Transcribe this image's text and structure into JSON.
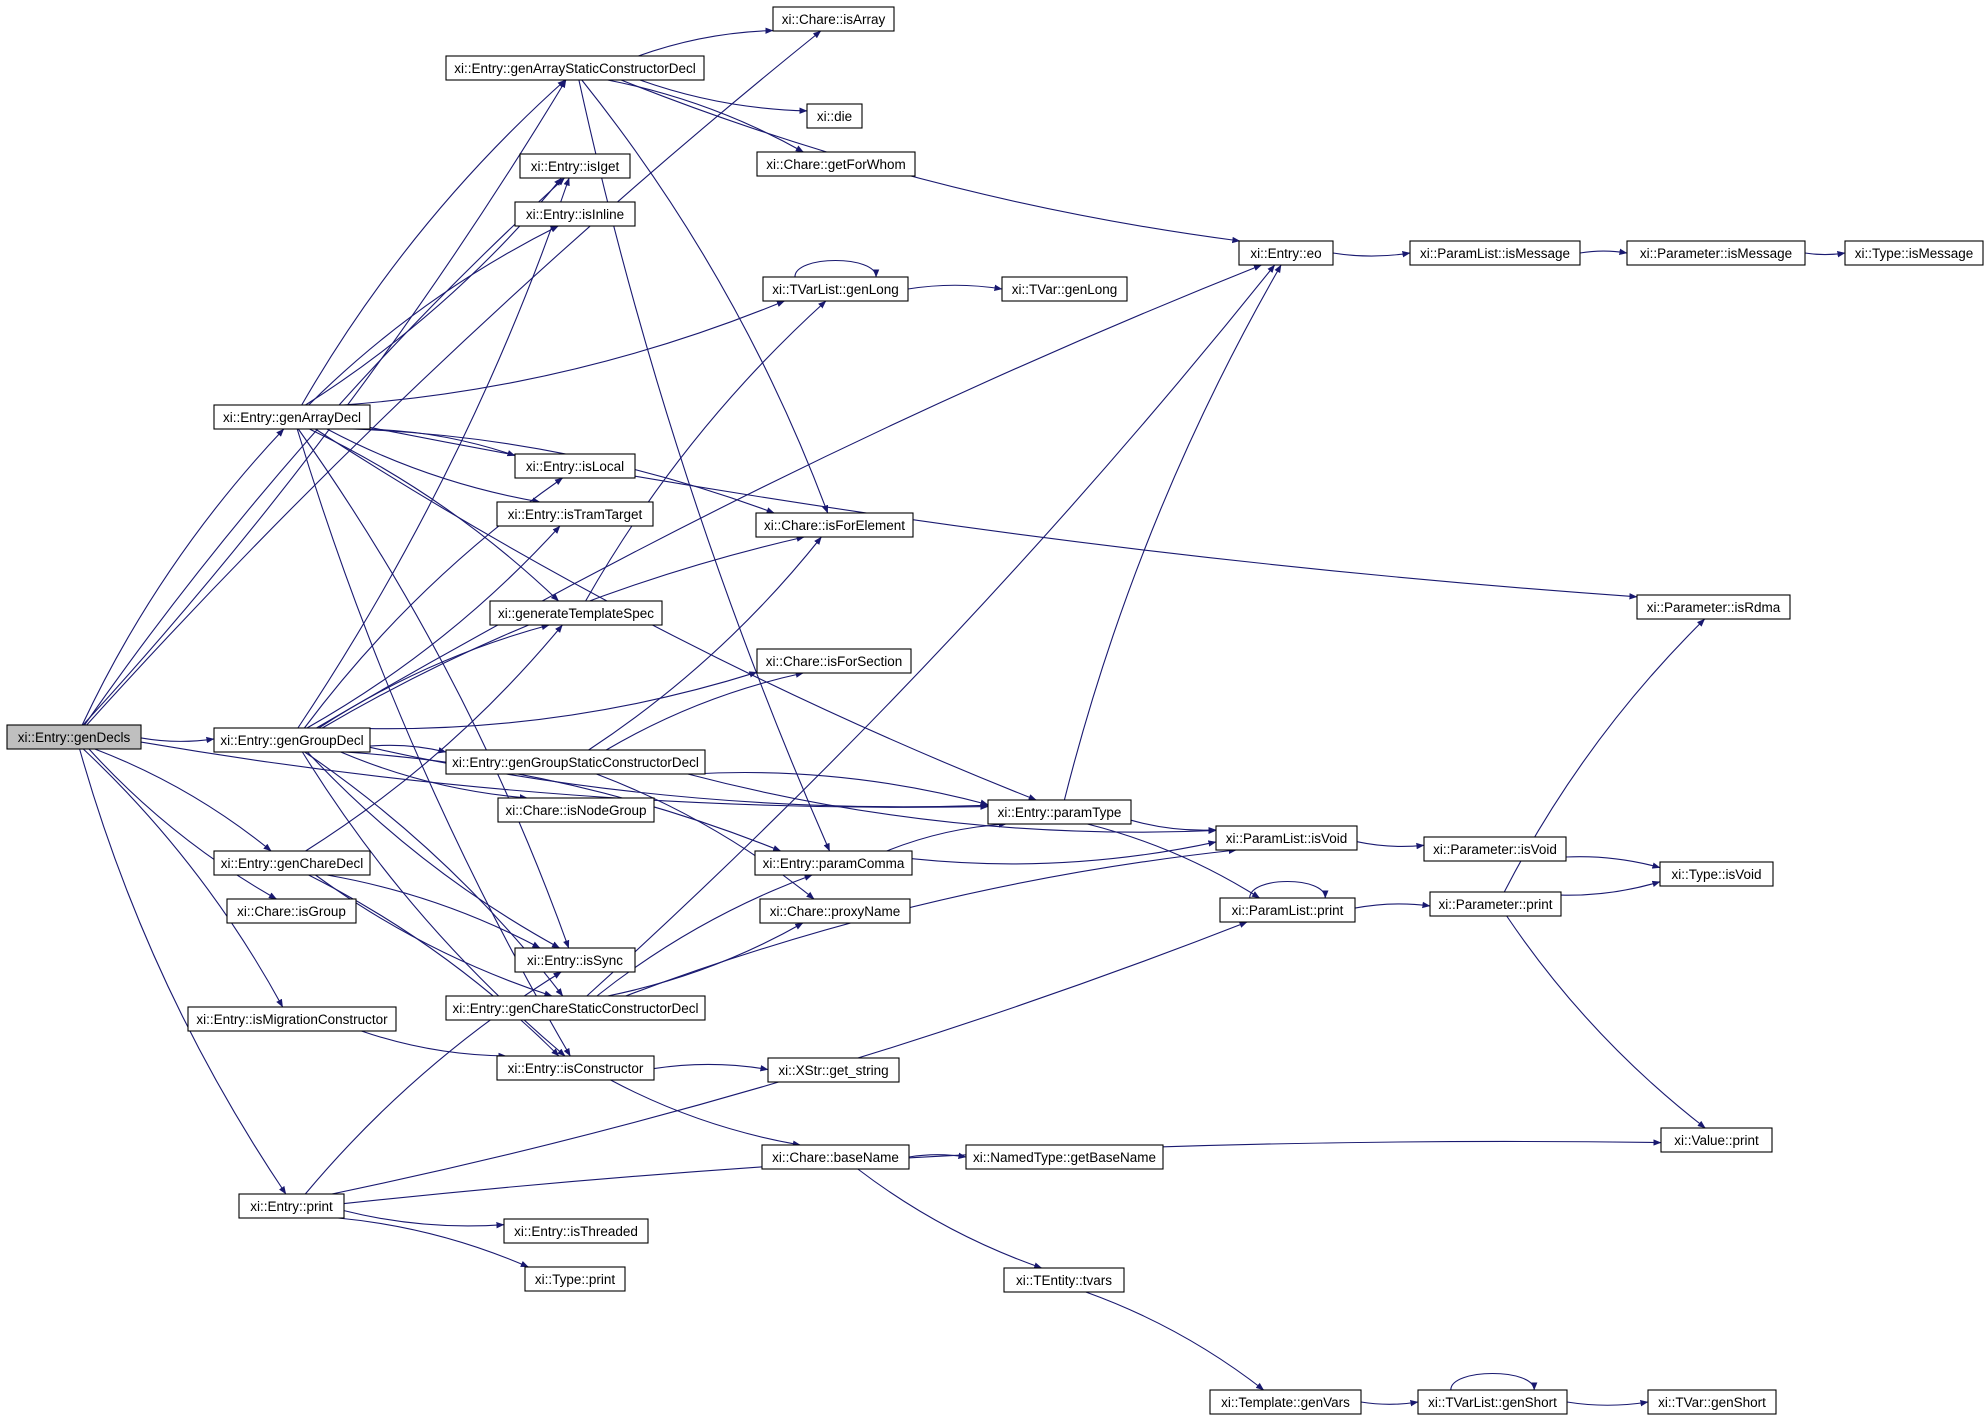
{
  "diagram": {
    "type": "call-graph",
    "nodes": [
      {
        "id": "genDecls",
        "label": "xi::Entry::genDecls",
        "root": true
      },
      {
        "id": "isArray",
        "label": "xi::Chare::isArray"
      },
      {
        "id": "genArrayStaticConstructorDecl",
        "label": "xi::Entry::genArrayStaticConstructorDecl"
      },
      {
        "id": "die",
        "label": "xi::die"
      },
      {
        "id": "getForWhom",
        "label": "xi::Chare::getForWhom"
      },
      {
        "id": "isIget",
        "label": "xi::Entry::isIget"
      },
      {
        "id": "isInline",
        "label": "xi::Entry::isInline"
      },
      {
        "id": "eo",
        "label": "xi::Entry::eo"
      },
      {
        "id": "plIsMessage",
        "label": "xi::ParamList::isMessage"
      },
      {
        "id": "parIsMessage",
        "label": "xi::Parameter::isMessage"
      },
      {
        "id": "typeIsMessage",
        "label": "xi::Type::isMessage"
      },
      {
        "id": "tvlGenLong",
        "label": "xi::TVarList::genLong"
      },
      {
        "id": "tvGenLong",
        "label": "xi::TVar::genLong"
      },
      {
        "id": "genArrayDecl",
        "label": "xi::Entry::genArrayDecl"
      },
      {
        "id": "isLocal",
        "label": "xi::Entry::isLocal"
      },
      {
        "id": "isTramTarget",
        "label": "xi::Entry::isTramTarget"
      },
      {
        "id": "isForElement",
        "label": "xi::Chare::isForElement"
      },
      {
        "id": "isRdma",
        "label": "xi::Parameter::isRdma"
      },
      {
        "id": "generateTemplateSpec",
        "label": "xi::generateTemplateSpec"
      },
      {
        "id": "isForSection",
        "label": "xi::Chare::isForSection"
      },
      {
        "id": "genGroupDecl",
        "label": "xi::Entry::genGroupDecl"
      },
      {
        "id": "genGroupStaticConstructorDecl",
        "label": "xi::Entry::genGroupStaticConstructorDecl"
      },
      {
        "id": "isNodeGroup",
        "label": "xi::Chare::isNodeGroup"
      },
      {
        "id": "paramType",
        "label": "xi::Entry::paramType"
      },
      {
        "id": "plIsVoid",
        "label": "xi::ParamList::isVoid"
      },
      {
        "id": "parIsVoid",
        "label": "xi::Parameter::isVoid"
      },
      {
        "id": "typeIsVoid",
        "label": "xi::Type::isVoid"
      },
      {
        "id": "genChareDecl",
        "label": "xi::Entry::genChareDecl"
      },
      {
        "id": "paramComma",
        "label": "xi::Entry::paramComma"
      },
      {
        "id": "isGroup",
        "label": "xi::Chare::isGroup"
      },
      {
        "id": "proxyName",
        "label": "xi::Chare::proxyName"
      },
      {
        "id": "plPrint",
        "label": "xi::ParamList::print"
      },
      {
        "id": "parPrint",
        "label": "xi::Parameter::print"
      },
      {
        "id": "isSync",
        "label": "xi::Entry::isSync"
      },
      {
        "id": "genChareStaticConstructorDecl",
        "label": "xi::Entry::genChareStaticConstructorDecl"
      },
      {
        "id": "isMigrationConstructor",
        "label": "xi::Entry::isMigrationConstructor"
      },
      {
        "id": "isConstructor",
        "label": "xi::Entry::isConstructor"
      },
      {
        "id": "getString",
        "label": "xi::XStr::get_string"
      },
      {
        "id": "valuePrint",
        "label": "xi::Value::print"
      },
      {
        "id": "baseName",
        "label": "xi::Chare::baseName"
      },
      {
        "id": "getBaseName",
        "label": "xi::NamedType::getBaseName"
      },
      {
        "id": "entryPrint",
        "label": "xi::Entry::print"
      },
      {
        "id": "isThreaded",
        "label": "xi::Entry::isThreaded"
      },
      {
        "id": "tvars",
        "label": "xi::TEntity::tvars"
      },
      {
        "id": "typePrint",
        "label": "xi::Type::print"
      },
      {
        "id": "genVars",
        "label": "xi::Template::genVars"
      },
      {
        "id": "tvlGenShort",
        "label": "xi::TVarList::genShort"
      },
      {
        "id": "tvGenShort",
        "label": "xi::TVar::genShort"
      }
    ],
    "edges": [
      [
        "genDecls",
        "isArray"
      ],
      [
        "genDecls",
        "genArrayStaticConstructorDecl"
      ],
      [
        "genDecls",
        "isIget"
      ],
      [
        "genDecls",
        "paramType"
      ],
      [
        "genDecls",
        "genArrayDecl"
      ],
      [
        "genDecls",
        "genGroupDecl"
      ],
      [
        "genDecls",
        "genChareDecl"
      ],
      [
        "genDecls",
        "isGroup"
      ],
      [
        "genDecls",
        "isMigrationConstructor"
      ],
      [
        "genDecls",
        "entryPrint"
      ],
      [
        "genArrayStaticConstructorDecl",
        "isArray"
      ],
      [
        "genArrayStaticConstructorDecl",
        "die"
      ],
      [
        "genArrayStaticConstructorDecl",
        "getForWhom"
      ],
      [
        "genArrayStaticConstructorDecl",
        "eo"
      ],
      [
        "genArrayStaticConstructorDecl",
        "isForElement"
      ],
      [
        "genArrayStaticConstructorDecl",
        "paramComma"
      ],
      [
        "genArrayDecl",
        "genArrayStaticConstructorDecl"
      ],
      [
        "genArrayDecl",
        "isIget"
      ],
      [
        "genArrayDecl",
        "isInline"
      ],
      [
        "genArrayDecl",
        "tvlGenLong"
      ],
      [
        "genArrayDecl",
        "isLocal"
      ],
      [
        "genArrayDecl",
        "isTramTarget"
      ],
      [
        "genArrayDecl",
        "isForElement"
      ],
      [
        "genArrayDecl",
        "isRdma"
      ],
      [
        "genArrayDecl",
        "generateTemplateSpec"
      ],
      [
        "genArrayDecl",
        "paramType"
      ],
      [
        "genArrayDecl",
        "isSync"
      ],
      [
        "genArrayDecl",
        "isConstructor"
      ],
      [
        "genGroupDecl",
        "genGroupStaticConstructorDecl"
      ],
      [
        "genGroupDecl",
        "isIget"
      ],
      [
        "genGroupDecl",
        "isLocal"
      ],
      [
        "genGroupDecl",
        "isTramTarget"
      ],
      [
        "genGroupDecl",
        "generateTemplateSpec"
      ],
      [
        "genGroupDecl",
        "isForSection"
      ],
      [
        "genGroupDecl",
        "isForElement"
      ],
      [
        "genGroupDecl",
        "isNodeGroup"
      ],
      [
        "genGroupDecl",
        "eo"
      ],
      [
        "genGroupDecl",
        "paramType"
      ],
      [
        "genGroupDecl",
        "paramComma"
      ],
      [
        "genGroupDecl",
        "isSync"
      ],
      [
        "genGroupDecl",
        "genChareStaticConstructorDecl"
      ],
      [
        "genGroupDecl",
        "isConstructor"
      ],
      [
        "genGroupStaticConstructorDecl",
        "isForSection"
      ],
      [
        "genGroupStaticConstructorDecl",
        "isForElement"
      ],
      [
        "genGroupStaticConstructorDecl",
        "paramType"
      ],
      [
        "genGroupStaticConstructorDecl",
        "plIsVoid"
      ],
      [
        "genGroupStaticConstructorDecl",
        "proxyName"
      ],
      [
        "genChareDecl",
        "generateTemplateSpec"
      ],
      [
        "genChareDecl",
        "isSync"
      ],
      [
        "genChareDecl",
        "genChareStaticConstructorDecl"
      ],
      [
        "genChareDecl",
        "isConstructor"
      ],
      [
        "genChareStaticConstructorDecl",
        "eo"
      ],
      [
        "genChareStaticConstructorDecl",
        "paramComma"
      ],
      [
        "genChareStaticConstructorDecl",
        "proxyName"
      ],
      [
        "genChareStaticConstructorDecl",
        "plIsVoid"
      ],
      [
        "isMigrationConstructor",
        "isConstructor"
      ],
      [
        "isConstructor",
        "getString"
      ],
      [
        "isConstructor",
        "baseName"
      ],
      [
        "baseName",
        "getBaseName"
      ],
      [
        "baseName",
        "tvars"
      ],
      [
        "tvars",
        "genVars"
      ],
      [
        "genVars",
        "tvlGenShort"
      ],
      [
        "tvlGenShort",
        "tvlGenShort"
      ],
      [
        "tvlGenShort",
        "tvGenShort"
      ],
      [
        "generateTemplateSpec",
        "tvlGenLong"
      ],
      [
        "tvlGenLong",
        "tvlGenLong"
      ],
      [
        "tvlGenLong",
        "tvGenLong"
      ],
      [
        "eo",
        "plIsMessage"
      ],
      [
        "plIsMessage",
        "parIsMessage"
      ],
      [
        "parIsMessage",
        "typeIsMessage"
      ],
      [
        "paramComma",
        "paramType"
      ],
      [
        "paramComma",
        "plIsVoid"
      ],
      [
        "paramType",
        "eo"
      ],
      [
        "paramType",
        "plIsVoid"
      ],
      [
        "paramType",
        "plPrint"
      ],
      [
        "plIsVoid",
        "parIsVoid"
      ],
      [
        "parIsVoid",
        "typeIsVoid"
      ],
      [
        "plPrint",
        "plPrint"
      ],
      [
        "plPrint",
        "parPrint"
      ],
      [
        "parPrint",
        "typeIsVoid"
      ],
      [
        "parPrint",
        "isRdma"
      ],
      [
        "parPrint",
        "valuePrint"
      ],
      [
        "entryPrint",
        "isSync"
      ],
      [
        "entryPrint",
        "isThreaded"
      ],
      [
        "entryPrint",
        "typePrint"
      ],
      [
        "entryPrint",
        "plPrint"
      ],
      [
        "entryPrint",
        "valuePrint"
      ]
    ]
  }
}
